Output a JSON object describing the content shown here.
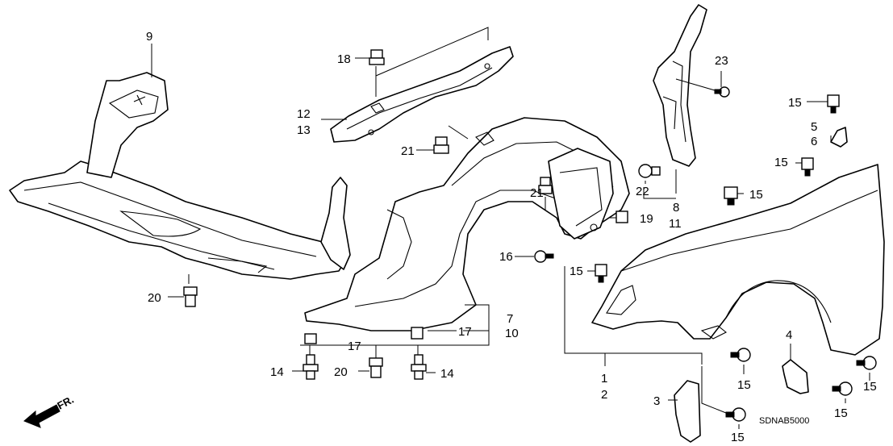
{
  "diagram_code": "SDNAB5000",
  "direction_label": "FR.",
  "callouts": [
    {
      "id": "c-9",
      "text": "9"
    },
    {
      "id": "c-18",
      "text": "18"
    },
    {
      "id": "c-12",
      "text": "12"
    },
    {
      "id": "c-13",
      "text": "13"
    },
    {
      "id": "c-21a",
      "text": "21"
    },
    {
      "id": "c-21b",
      "text": "21"
    },
    {
      "id": "c-23",
      "text": "23"
    },
    {
      "id": "c-22",
      "text": "22"
    },
    {
      "id": "c-8",
      "text": "8"
    },
    {
      "id": "c-11",
      "text": "11"
    },
    {
      "id": "c-19",
      "text": "19"
    },
    {
      "id": "c-16",
      "text": "16"
    },
    {
      "id": "c-20a",
      "text": "20"
    },
    {
      "id": "c-7",
      "text": "7"
    },
    {
      "id": "c-10",
      "text": "10"
    },
    {
      "id": "c-17a",
      "text": "17"
    },
    {
      "id": "c-17b",
      "text": "17"
    },
    {
      "id": "c-14a",
      "text": "14"
    },
    {
      "id": "c-20b",
      "text": "20"
    },
    {
      "id": "c-14b",
      "text": "14"
    },
    {
      "id": "c-15a",
      "text": "15"
    },
    {
      "id": "c-5",
      "text": "5"
    },
    {
      "id": "c-6",
      "text": "6"
    },
    {
      "id": "c-15b",
      "text": "15"
    },
    {
      "id": "c-15c",
      "text": "15"
    },
    {
      "id": "c-15d",
      "text": "15"
    },
    {
      "id": "c-1",
      "text": "1"
    },
    {
      "id": "c-2",
      "text": "2"
    },
    {
      "id": "c-4",
      "text": "4"
    },
    {
      "id": "c-15e",
      "text": "15"
    },
    {
      "id": "c-15f",
      "text": "15"
    },
    {
      "id": "c-15g",
      "text": "15"
    },
    {
      "id": "c-3",
      "text": "3"
    },
    {
      "id": "c-15h",
      "text": "15"
    }
  ]
}
